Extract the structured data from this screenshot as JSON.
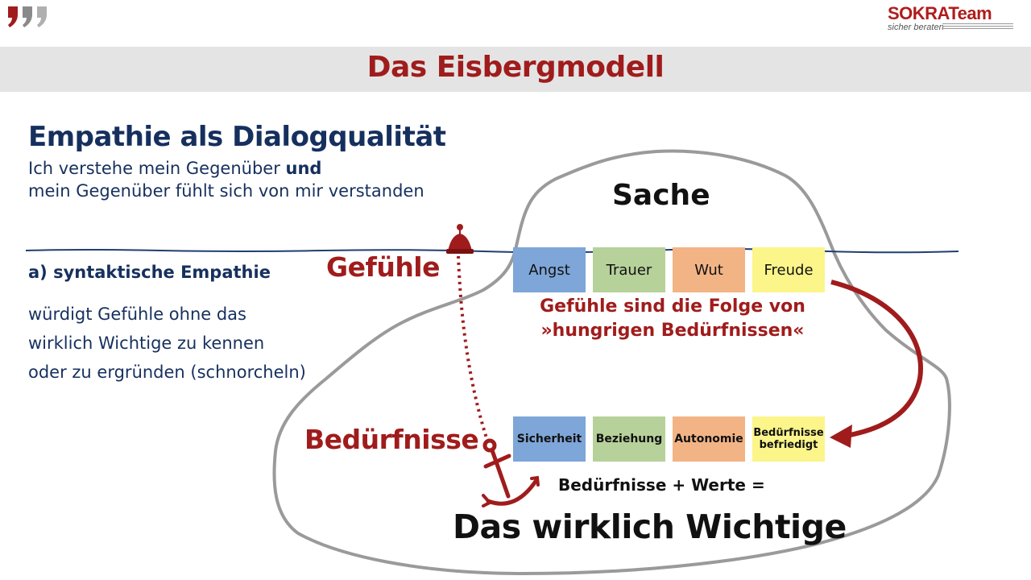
{
  "header": {
    "brand_name": "SOKRATeam",
    "brand_tagline": "sicher beraten",
    "title": "Das Eisbergmodell"
  },
  "left": {
    "heading": "Empathie als Dialogqualität",
    "sub1_prefix": "Ich verstehe mein Gegenüber ",
    "sub1_bold": "und",
    "sub2": "mein Gegenüber fühlt sich von mir verstanden",
    "section_label": "a)  syntaktische Empathie",
    "desc_lines": [
      "würdigt Gefühle ohne das",
      "wirklich Wichtige zu kennen",
      "oder zu ergründen (schnorcheln)"
    ]
  },
  "diagram": {
    "sache": "Sache",
    "gefuehle_label": "Gefühle",
    "beduerfnisse_label": "Bedürfnisse",
    "feeling_note_line1": "Gefühle sind die Folge von",
    "feeling_note_line2": "»hungrigen Bedürfnissen«",
    "feelings": [
      {
        "label": "Angst",
        "color": "#7ea6d8"
      },
      {
        "label": "Trauer",
        "color": "#b7d19a"
      },
      {
        "label": "Wut",
        "color": "#f3b485"
      },
      {
        "label": "Freude",
        "color": "#fbf58a"
      }
    ],
    "needs": [
      {
        "label": "Sicherheit",
        "color": "#7ea6d8"
      },
      {
        "label": "Beziehung",
        "color": "#b7d19a"
      },
      {
        "label": "Autonomie",
        "color": "#f3b485"
      },
      {
        "label": "Bedürfnisse befriedigt",
        "color": "#fbf58a"
      }
    ],
    "formula": "Bedürfnisse + Werte =",
    "conclusion": "Das wirklich Wichtige"
  },
  "colors": {
    "accent_red": "#a01c1c",
    "navy": "#16305e",
    "water_line": "#1f3f6e",
    "iceberg_outline": "#9a9a9a"
  },
  "icons": [
    "quote-marks-icon",
    "buoy-icon",
    "anchor-icon",
    "curved-arrow-icon"
  ]
}
